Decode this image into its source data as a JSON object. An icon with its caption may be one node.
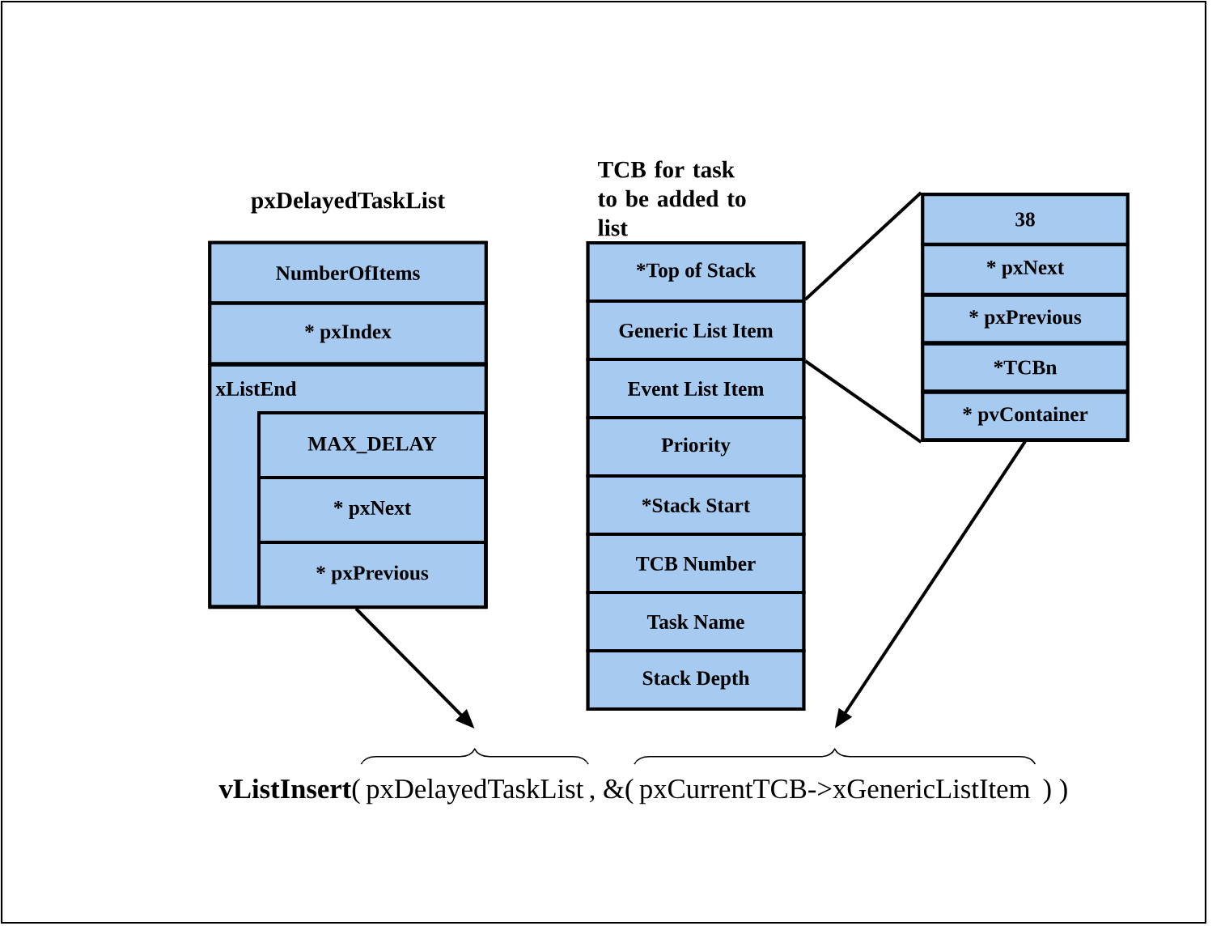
{
  "diagram": {
    "nodes": [
      {
        "text": [
          "pxDelayedTaskList"
        ]
      },
      {
        "text": [
          "NumberOfItems"
        ],
        "in": 0
      },
      {
        "text": [
          "* pxIndex"
        ],
        "in": 0
      },
      {
        "text": [
          "xListEnd"
        ],
        "in": 0
      },
      {
        "text": [
          "MAX_DELAY"
        ],
        "in": 3
      },
      {
        "text": [
          "* pxNext"
        ],
        "in": 3
      },
      {
        "text": [
          "* pxPrevious"
        ],
        "in": 3
      },
      {
        "text": [
          "TCB for task to be added to list"
        ]
      },
      {
        "text": [
          "*Top of Stack"
        ],
        "in": 7
      },
      {
        "text": [
          "Generic List Item"
        ],
        "in": 7
      },
      {
        "text": [
          "Event List Item"
        ],
        "in": 7
      },
      {
        "text": [
          "Priority"
        ],
        "in": 7
      },
      {
        "text": [
          "*Stack Start"
        ],
        "in": 7
      },
      {
        "text": [
          "TCB Number"
        ],
        "in": 7
      },
      {
        "text": [
          "Task Name"
        ],
        "in": 7
      },
      {
        "text": [
          "Stack Depth"
        ],
        "in": 7
      },
      {
        "text": [],
        "shape": "box"
      },
      {
        "text": [
          "38"
        ],
        "in": 16
      },
      {
        "text": [
          "* pxNext"
        ],
        "in": 16
      },
      {
        "text": [
          "* pxPrevious"
        ],
        "in": 16
      },
      {
        "text": [
          "*TCBn"
        ],
        "in": 16
      },
      {
        "text": [
          "* pvContainer"
        ],
        "in": 16
      },
      {
        "text": [
          "pxDelayedTaskList"
        ]
      },
      {
        "text": [
          "pxCurrentTCB->xGenericListItem"
        ]
      }
    ],
    "edges": [
      {
        "from": 9,
        "to": 16,
        "arrow": "none"
      },
      {
        "from": 9,
        "to": 16,
        "arrow": "none"
      },
      {
        "from": 6,
        "to": 22,
        "arrow": "to"
      },
      {
        "from": 21,
        "to": 23,
        "arrow": "to"
      }
    ],
    "labels": [
      "**vListInsert**(",
      ", &(",
      " ) )"
    ]
  }
}
